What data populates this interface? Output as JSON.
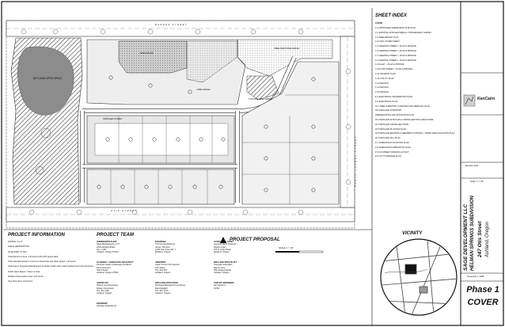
{
  "streets": {
    "barnes": "BARNES STREET",
    "north_laurel": "NORTH LAUREL STREET",
    "spring": "SPRINGER STREET",
    "otis": "OTIS STREET"
  },
  "labels": {
    "wetland": "WETLAND OPEN SPACE",
    "open_space_1": "OPEN SPACE",
    "open_space_2": "OPEN SPACE",
    "tree_park": "TREE PARK OPEN SPACE",
    "cottage": "COTTAGE OPEN SPACE"
  },
  "sheet_index": {
    "title": "SHEET INDEX",
    "col_header": "COVER",
    "items": [
      "C-1 PROPOSED SUBDIVISION SITE PLAN",
      "C-2 EXISTING SITE FEATURES & TOPOGRAPHIC SURVEY",
      "C-3 PRELIMINARY PLAT",
      "C-4 CIVIL COVER SHEET",
      "C-5 GRADING STREET – PLAN & PROFILE",
      "C-6 GRADING STREET – PLAN & PROFILE",
      "C-7 GRADING STREET – PLAN & PROFILE",
      "C-8 GRADING STREET – PLAN & PROFILE",
      "C-9 ALLEY – PLAN & PROFILE",
      "C-10 OTIS STREET – PLAN & PROFILE",
      "C-11 GRADING PLAN",
      "C-12 UTILITY PLAN",
      "C-13 DETAILS",
      "C-14 DETAILS",
      "C-15 DETAILS",
      "E-1 ELECTRICAL INFORMATION PLAN",
      "E-2 ELECTRICAL PLAN",
      "W-1 TREE INVENTORY & PROTECTION REMOVAL PLAN",
      "W-2 WETLAND INVENTORY",
      "PRESERVATION AND MITIGATION PLAN",
      "W-3 WETLAND SITE PLAN & CROSS-SECTION INDICATORS",
      "W-4 WETLAND CROSS SECTIONS",
      "W-5 WETLAND PLANTING PLAN",
      "W-6 WETLAND EROSION & SEDIMENT CONTROL / WORK AREA ISOLATION PLAN",
      "W-7 WETLAND FILL PLAN",
      "P-1 SUBDIVISION PLANTING PLAN",
      "P-2 SUBDIVISION IRRIGATION PLAN",
      "P-3 CA STREET PARKING LAYOUT",
      "P-4 LOT COVERAGE PLAN"
    ]
  },
  "project_information": {
    "title": "PROJECT INFORMATION",
    "lines": [
      "ZONING: R-1-5",
      "LEGAL DESCRIPTION:",
      "39-1E-04DC TL 400",
      "Total Parcel Lot Area: 4.94 Acres (215,376 square feet)",
      "Total Area Remaining in Common Ownership and Open Space: 1.33 Acres",
      "Total Area in Proposed Development (includes public open space wetland and improvements)",
      "Public Open Space / Total Lot Area",
      "Wetland Preservation Area: 0.67 Acres",
      "Tree Park Area: 0.44 Acres"
    ]
  },
  "project_team": {
    "title": "PROJECT TEAM",
    "entries": [
      {
        "role": "OWNER/APPLICANT",
        "lines": [
          "Sage Development L.L.C.",
          "2235 Ashland Street",
          "Ste. C-307",
          "Ashland, Oregon 97520"
        ]
      },
      {
        "role": "ENGINEER",
        "lines": [
          "Thornton Engineering",
          "James Thornton",
          "1236 Oak Grove Rd. 1",
          "Medford, Oregon"
        ]
      },
      {
        "role": "HYDROGEOLOGIST",
        "lines": [
          "Cascade Earth Sciences",
          "Robert Cotter",
          "225 N. Holly Street",
          "Medford, Oregon"
        ]
      },
      {
        "role": "PLANNER / LANDSCAPE ARCHITECT",
        "lines": [
          "KenCairn Sager Landscape Architects",
          "Kerry KenCairn",
          "545 A Street",
          "Ashland, Oregon 97520"
        ]
      },
      {
        "role": "ARBORIST",
        "lines": [
          "Upper Limb-it Tree Service",
          "Tom Myers",
          "P.O. Box 881",
          "Ashland, Oregon"
        ]
      },
      {
        "role": "WETLAND SPECIALIST",
        "lines": [
          "Cascade Associates",
          "Dennis Gory",
          "888 Ashland Street",
          "Ashland, Oregon"
        ]
      },
      {
        "role": "SURVEYOR",
        "lines": [
          "Polaris Land Surveying",
          "Shawn Kampmann",
          "P.O. Box 459",
          "Ashland, Oregon"
        ]
      },
      {
        "role": "WETLAND MITIGATION",
        "lines": [
          "Northwest Biological Consultants",
          "Brad Siegfeld",
          "P.O. Box 3473",
          "Ashland, Oregon"
        ]
      },
      {
        "role": "TRAFFIC ENGINEER",
        "lines": [
          "Kim Parducci",
          "SOTE"
        ]
      },
      {
        "role": "ENGINEER",
        "lines": [
          "Jennings Engineering"
        ]
      }
    ]
  },
  "proposal_title": "PROJECT PROPOSAL",
  "scale_note": "SCALE: 1\" = 40'",
  "vicinity_title": "VICINITY",
  "title_block": {
    "firm": "KenCairn",
    "client": "SAGE DEVELOPMENT LLC",
    "project": "HELMAN SPRINGS SUBDIVISION",
    "address": "247 Otis Street",
    "city": "Ashland, Oregon",
    "date": "November 2, 2006",
    "phase": "Phase 1",
    "sheet": "COVER",
    "revision": "Revision Date:",
    "scale": "Scale: 1\" = 40'"
  },
  "colors": {
    "ink": "#111111",
    "hatch": "#6a6a6a",
    "wetland": "#8c8c8c",
    "lot_tint": "#e4e4e4"
  }
}
